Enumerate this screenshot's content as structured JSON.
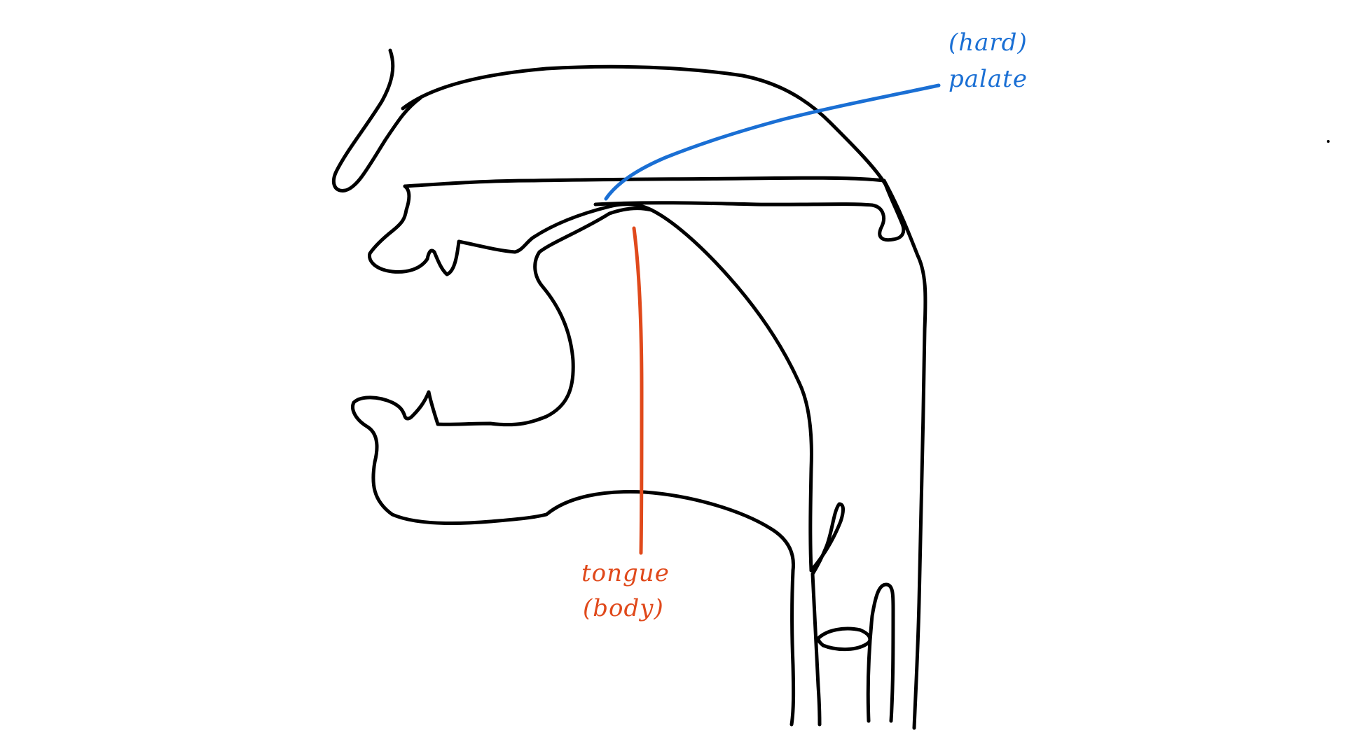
{
  "colors": {
    "outline": "#000000",
    "palate_label": "#1a6fd4",
    "tongue_label": "#e0491b",
    "background": "#ffffff"
  },
  "labels": {
    "palate": {
      "line1": "(hard)",
      "line2": "palate"
    },
    "tongue": {
      "line1": "tongue",
      "line2": "(body)"
    }
  }
}
